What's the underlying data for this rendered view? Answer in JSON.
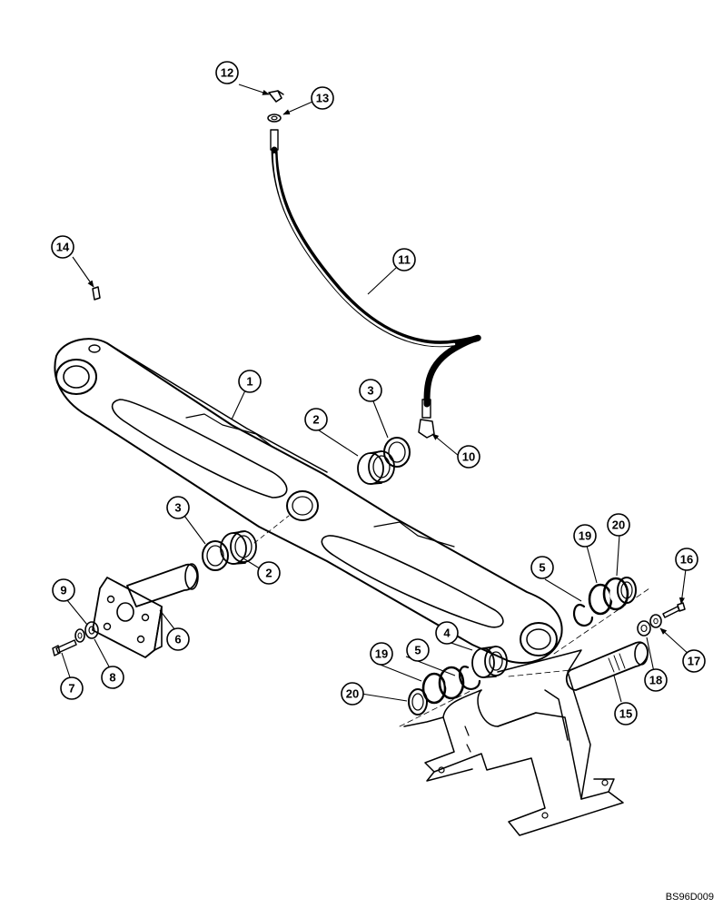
{
  "diagram": {
    "drawing_code": "BS96D009",
    "callouts": [
      {
        "label": "1"
      },
      {
        "label": "2"
      },
      {
        "label": "3"
      },
      {
        "label": "2"
      },
      {
        "label": "3"
      },
      {
        "label": "4"
      },
      {
        "label": "5"
      },
      {
        "label": "5"
      },
      {
        "label": "6"
      },
      {
        "label": "7"
      },
      {
        "label": "8"
      },
      {
        "label": "9"
      },
      {
        "label": "10"
      },
      {
        "label": "11"
      },
      {
        "label": "12"
      },
      {
        "label": "13"
      },
      {
        "label": "14"
      },
      {
        "label": "15"
      },
      {
        "label": "16"
      },
      {
        "label": "17"
      },
      {
        "label": "18"
      },
      {
        "label": "19"
      },
      {
        "label": "19"
      },
      {
        "label": "20"
      },
      {
        "label": "20"
      }
    ]
  }
}
